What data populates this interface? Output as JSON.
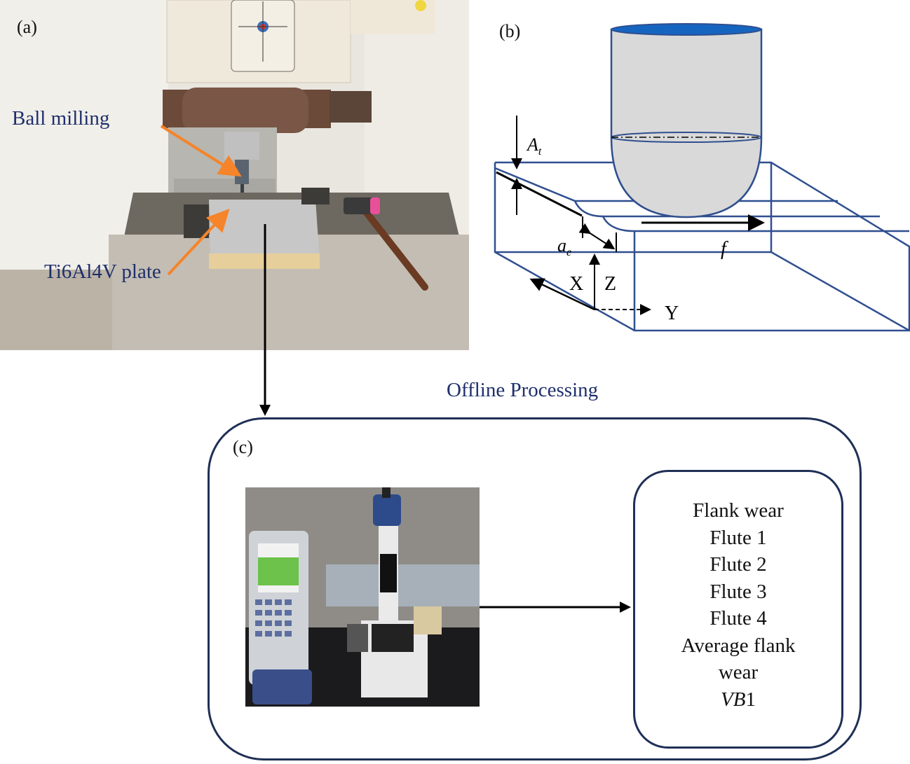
{
  "panel_a": {
    "label": "(a)",
    "callouts": {
      "ball_milling": "Ball milling",
      "plate": "Ti6Al4V plate"
    },
    "photo_description": "CNC vertical machining center with ball end mill above a Ti6Al4V plate clamped on the table"
  },
  "panel_b": {
    "label": "(b)",
    "symbols": {
      "axial_depth": "A",
      "axial_depth_sub": "t",
      "radial_depth": "a",
      "radial_depth_sub": "e",
      "feed": "f",
      "axis_x": "X",
      "axis_z": "Z",
      "axis_y": "Y"
    },
    "colors": {
      "tool_fill": "#d9d9d9",
      "tool_cap": "#1565c0",
      "outline": "#2f4f8f"
    }
  },
  "flow": {
    "section_title": "Offline Processing"
  },
  "panel_c": {
    "label": "(c)",
    "photo_description": "Mitutoyo data processor and tool maker's microscope on a bench",
    "result_lines": [
      "Flank wear",
      "Flute 1",
      "Flute 2",
      "Flute 3",
      "Flute 4",
      "Average flank",
      "wear"
    ],
    "result_symbol": "VB",
    "result_symbol_suffix": "1"
  },
  "colors": {
    "accent_text": "#1f2f6b",
    "arrow_orange": "#f5842a",
    "box_border": "#1f3056"
  }
}
